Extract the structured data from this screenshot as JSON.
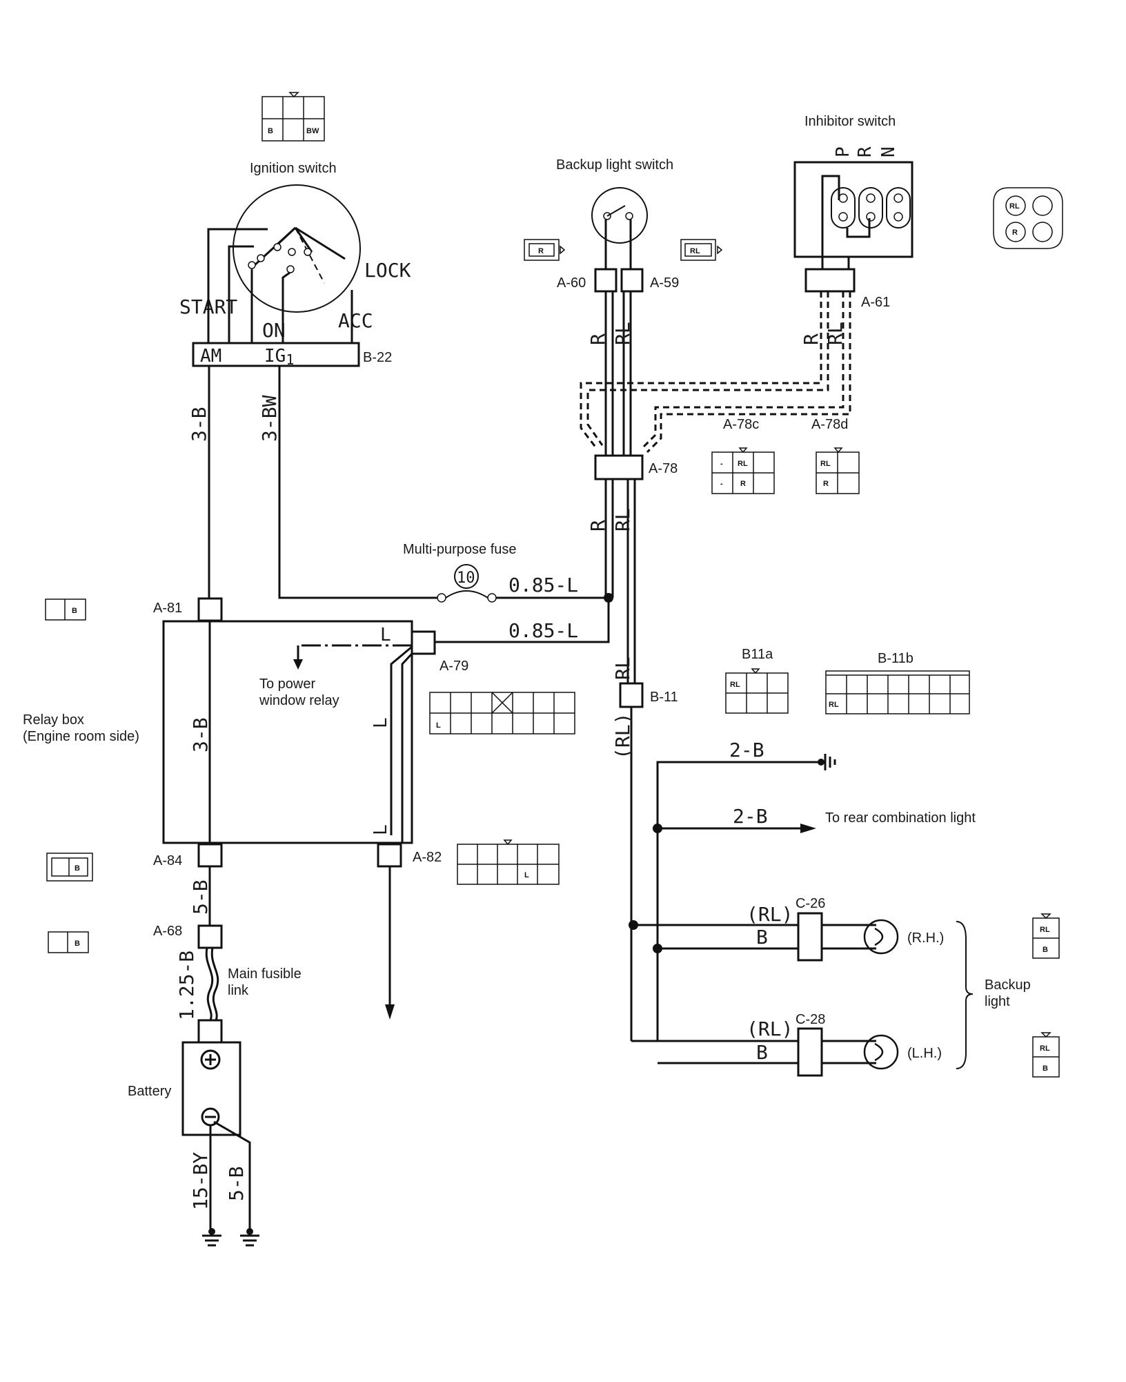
{
  "labels": {
    "ignition_switch": "Ignition switch",
    "backup_light_switch": "Backup light switch",
    "inhibitor_switch": "Inhibitor switch",
    "multi_purpose_fuse": "Multi-purpose fuse",
    "fuse_number": "10",
    "relay_box_line1": "Relay box",
    "relay_box_line2": "(Engine room side)",
    "to_power_window_line1": "To power",
    "to_power_window_line2": "window relay",
    "to_rear_combination": "To rear combination light",
    "main_fusible_line1": "Main fusible",
    "main_fusible_line2": "link",
    "battery": "Battery",
    "backup_light_line1": "Backup",
    "backup_light_line2": "light",
    "rh": "(R.H.)",
    "lh": "(L.H.)"
  },
  "switch_positions": {
    "lock": "LOCK",
    "start": "START",
    "on": "ON",
    "acc": "ACC",
    "inhibitor_p": "P",
    "inhibitor_r": "R",
    "inhibitor_n": "N"
  },
  "terminals": {
    "am": "AM",
    "ig1": "IG",
    "ig1_sub": "1"
  },
  "connectors": {
    "b22": "B-22",
    "a60": "A-60",
    "a59": "A-59",
    "a61": "A-61",
    "a78": "A-78",
    "a78c": "A-78c",
    "a78d": "A-78d",
    "a81": "A-81",
    "a79": "A-79",
    "a84": "A-84",
    "a82": "A-82",
    "a68": "A-68",
    "b11": "B-11",
    "b11a": "B11a",
    "b11b": "B-11b",
    "c26": "C-26",
    "c28": "C-28"
  },
  "wires": {
    "ign_am": "3-B",
    "ign_ig1": "3-BW",
    "fuse_out": "0.85-L",
    "relay_out": "0.85-L",
    "relay_internal": "3-B",
    "l_int_1": "L",
    "l_int_2": "L",
    "l_int_3": "L",
    "a84_down": "5-B",
    "fusible": "1.25-B",
    "batt_neg_1": "15-BY",
    "batt_neg_2": "5-B",
    "r_upper": "R",
    "rl_upper": "RL",
    "r_inh": "R",
    "rl_inh": "RL",
    "r_lower": "R",
    "rl_lower": "RL",
    "rl_b11": "RL",
    "rl_paren": "(RL)",
    "ground_2b": "2-B",
    "rear_2b": "2-B",
    "rl_rh": "(RL)",
    "b_rh": "B",
    "rl_lh": "(RL)",
    "b_lh": "B"
  },
  "pin_labels": {
    "b": "B",
    "bw": "BW",
    "r": "R",
    "rl": "RL",
    "l": "L",
    "dash": "-"
  }
}
